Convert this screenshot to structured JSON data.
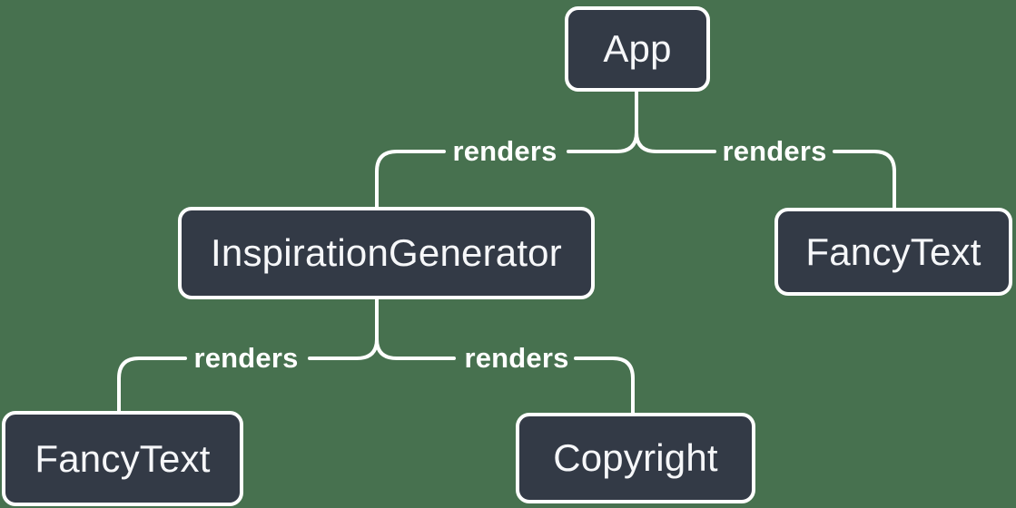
{
  "diagram": {
    "type": "component-render-tree",
    "background_color": "#47714F",
    "node_fill_color": "#333A46",
    "node_border_color": "#FFFFFF",
    "node_text_color": "#F6F7F9",
    "line_color": "#FFFFFF",
    "nodes": [
      {
        "id": "app",
        "label": "App"
      },
      {
        "id": "inspiration-generator",
        "label": "InspirationGenerator"
      },
      {
        "id": "fancy-text-top",
        "label": "FancyText"
      },
      {
        "id": "fancy-text-bottom",
        "label": "FancyText"
      },
      {
        "id": "copyright",
        "label": "Copyright"
      }
    ],
    "edges": [
      {
        "from": "App",
        "to": "InspirationGenerator",
        "label": "renders"
      },
      {
        "from": "App",
        "to": "FancyText",
        "label": "renders"
      },
      {
        "from": "InspirationGenerator",
        "to": "FancyText",
        "label": "renders"
      },
      {
        "from": "InspirationGenerator",
        "to": "Copyright",
        "label": "renders"
      }
    ]
  }
}
